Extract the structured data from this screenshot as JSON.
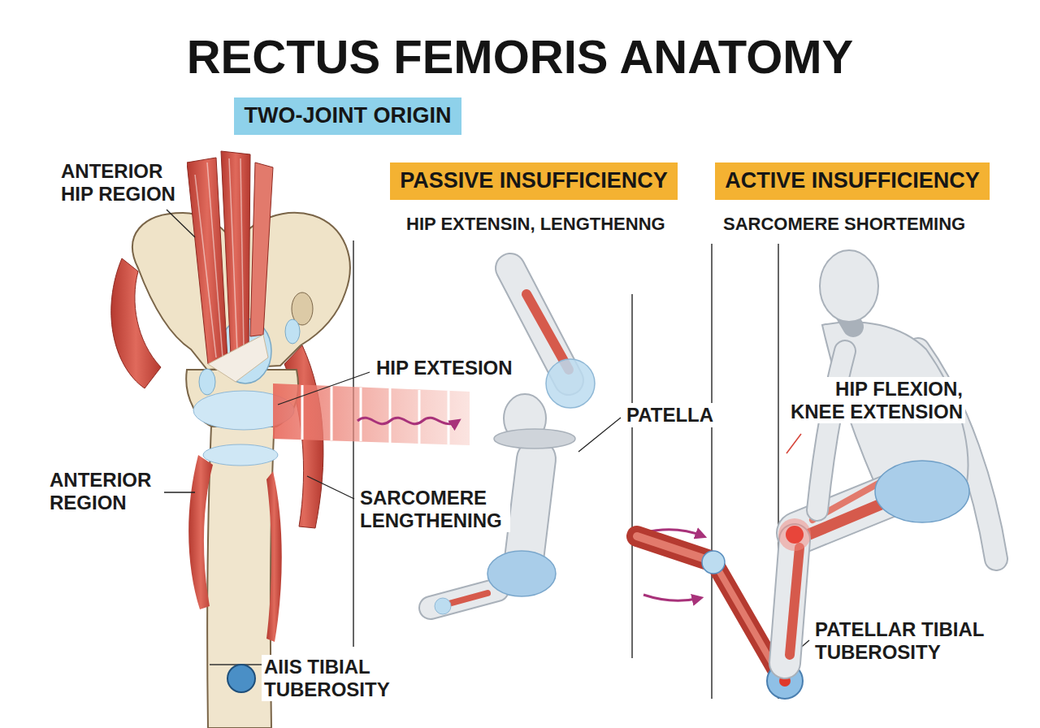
{
  "diagram": {
    "title": "RECTUS FEMORIS ANATOMY",
    "nodes": [
      {
        "text": [
          "TWO-JOINT ORIGIN"
        ]
      },
      {
        "text": [
          "PASSIVE INSUFFICIENCY"
        ]
      },
      {
        "text": [
          "ACTIVE INSUFFICIENCY"
        ]
      }
    ],
    "labels": [
      "ANTERIOR HIP REGION",
      "HIP EXTENSIN, LENGTHENNG",
      "SARCOMERE SHORTEMING",
      "HIP EXTESION",
      "PATELLA",
      "HIP FLEXION, KNEE EXTENSION",
      "ANTERIOR REGION",
      "SARCOMERE LENGTHENING",
      "PATELLAR TIBIAL TUBEROSITY",
      "AIIS TIBIAL TUBEROSITY"
    ]
  }
}
